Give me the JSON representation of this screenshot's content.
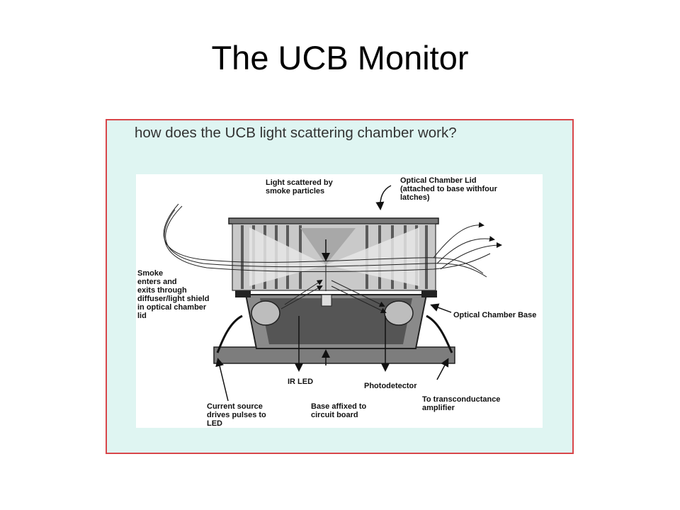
{
  "slide": {
    "title": "The UCB Monitor"
  },
  "panel": {
    "heading": "how does the UCB light scattering chamber work?"
  },
  "diagram": {
    "labels": {
      "light_scattered": "Light scattered by\nsmoke particles",
      "chamber_lid": "Optical Chamber Lid\n(attached to base withfour\nlatches)",
      "smoke": "Smoke\nenters and\nexits through\ndiffuser/light shield\nin optical chamber\nlid",
      "chamber_base": "Optical Chamber Base",
      "ir_led": "IR LED",
      "photodetector": "Photodetector",
      "current_source": "Current source\ndrives pulses to\nLED",
      "base_affixed": "Base affixed to\ncircuit board",
      "transconductance": "To transconductance\namplifier"
    }
  }
}
